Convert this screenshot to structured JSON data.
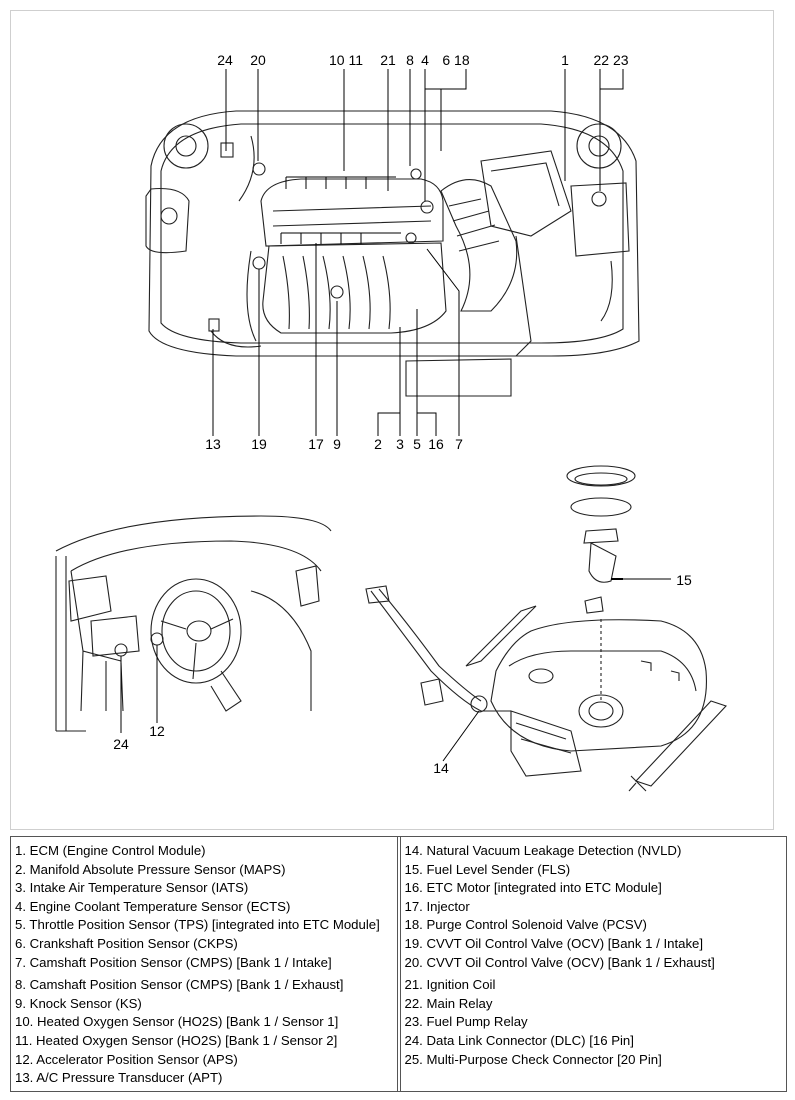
{
  "callouts": {
    "c24a": "24",
    "c20": "20",
    "c10_11": "10 11",
    "c21": "21",
    "c8": "8",
    "c4": "4",
    "c6_18": "6 18",
    "c1": "1",
    "c22_23": "22 23",
    "c13": "13",
    "c19": "19",
    "c17": "17",
    "c9": "9",
    "c2": "2",
    "c3": "3",
    "c5": "5",
    "c16": "16",
    "c7": "7",
    "c15": "15",
    "c24b": "24",
    "c12": "12",
    "c14": "14"
  },
  "legend": {
    "left": [
      "1. ECM (Engine Control Module)",
      "2. Manifold Absolute Pressure Sensor (MAPS)",
      "3. Intake Air Temperature Sensor (IATS)",
      "4. Engine Coolant Temperature Sensor (ECTS)",
      "5. Throttle Position Sensor (TPS) [integrated into ETC Module]",
      "6. Crankshaft Position Sensor (CKPS)",
      "7. Camshaft Position Sensor (CMPS) [Bank 1 / Intake]",
      "8. Camshaft Position Sensor (CMPS) [Bank 1 / Exhaust]",
      "9. Knock Sensor (KS)",
      "10. Heated Oxygen Sensor (HO2S) [Bank 1 / Sensor 1]",
      "11. Heated Oxygen Sensor (HO2S) [Bank 1 / Sensor 2]",
      "12. Accelerator Position Sensor (APS)",
      "13. A/C Pressure Transducer (APT)"
    ],
    "right": [
      "14. Natural Vacuum Leakage Detection (NVLD)",
      "15. Fuel Level Sender (FLS)",
      "16. ETC Motor [integrated into ETC Module]",
      "17. Injector",
      "18. Purge Control Solenoid Valve (PCSV)",
      "19. CVVT Oil Control Valve (OCV) [Bank 1 / Intake]",
      "20. CVVT Oil Control Valve (OCV) [Bank 1 / Exhaust]",
      "21. Ignition Coil",
      "22. Main Relay",
      "23. Fuel Pump Relay",
      "24. Data Link Connector (DLC) [16 Pin]",
      "25. Multi-Purpose Check Connector [20 Pin]"
    ]
  }
}
